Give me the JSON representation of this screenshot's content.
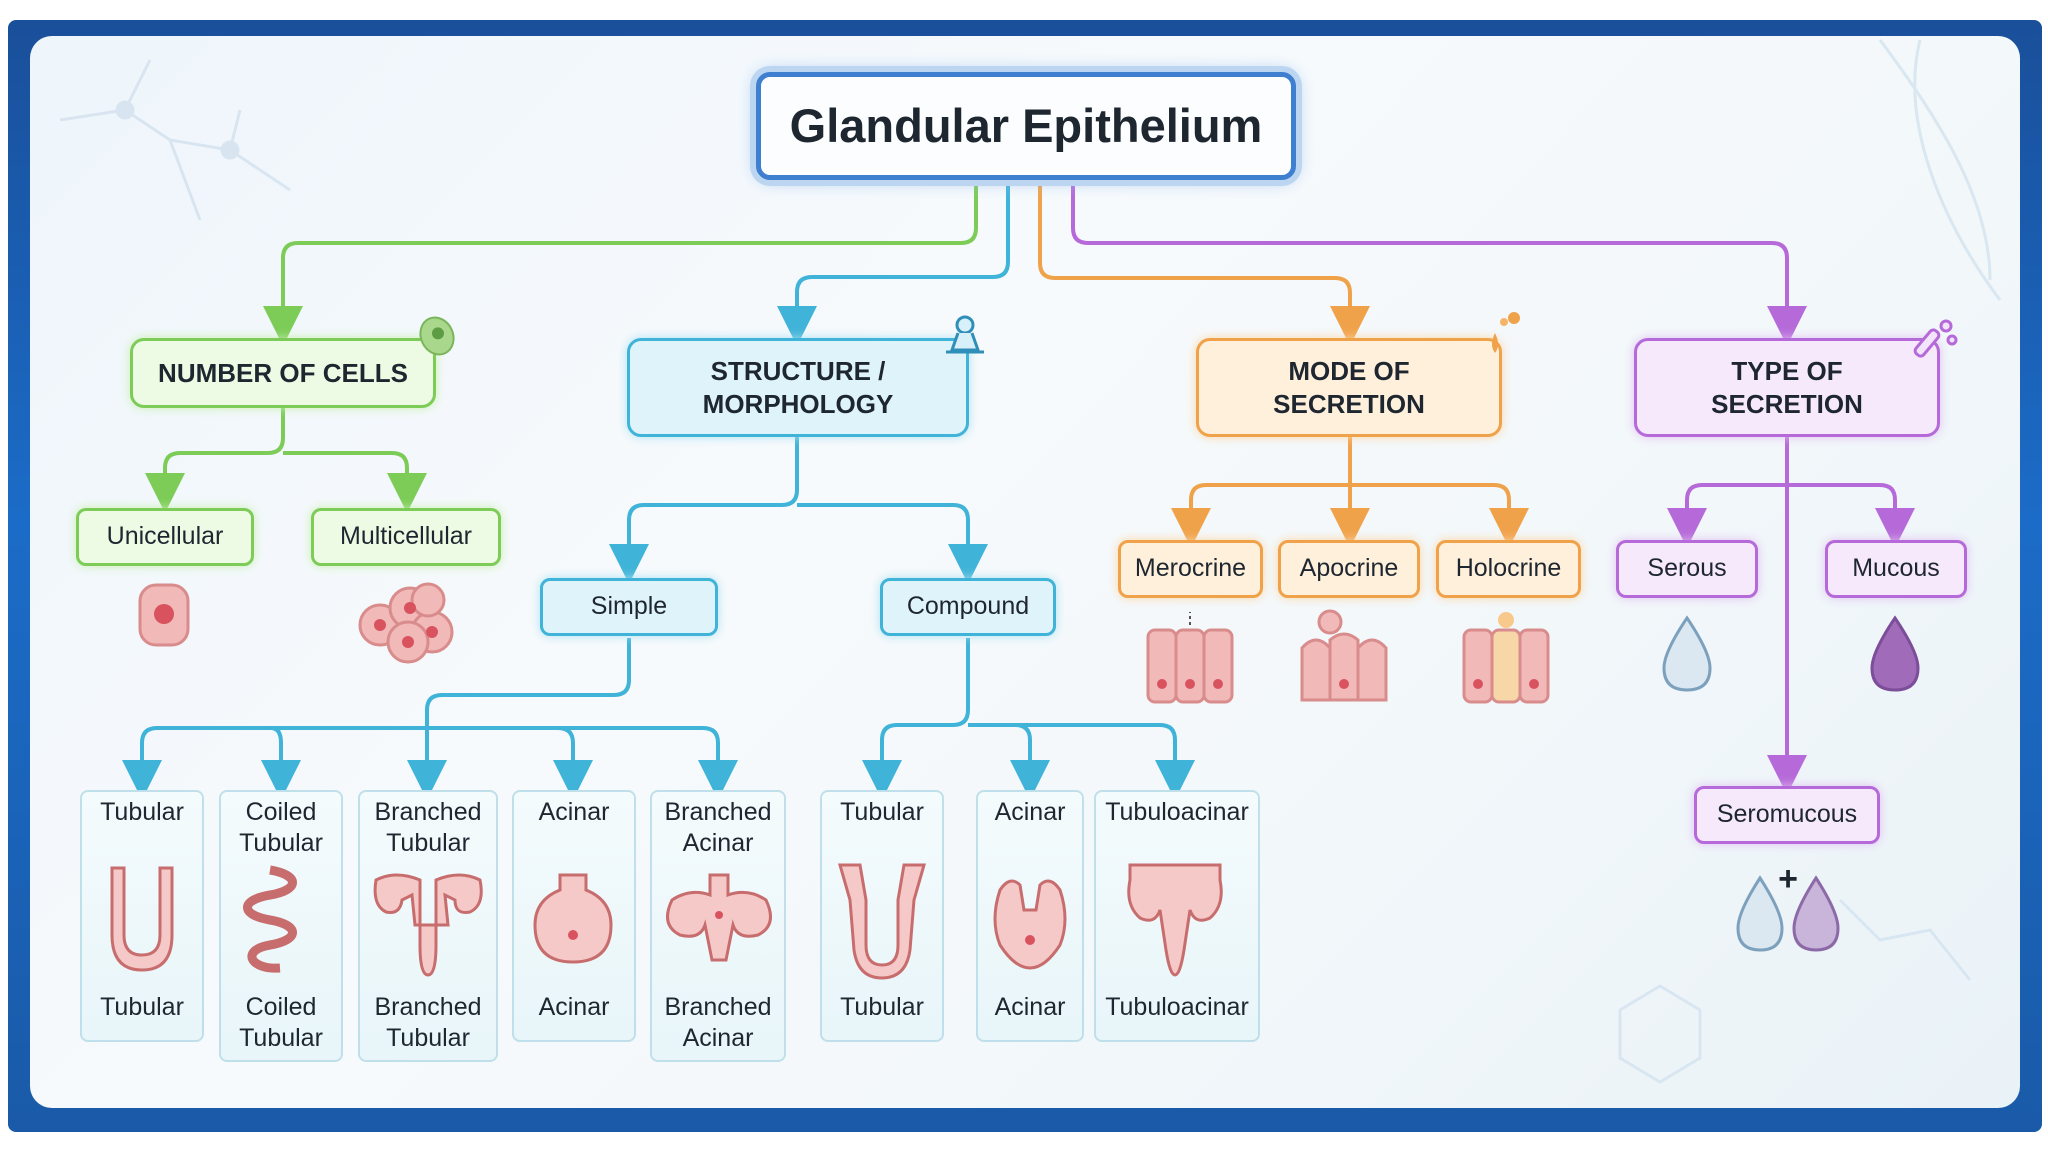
{
  "title": "Glandular Epithelium",
  "categories": {
    "number_of_cells": "NUMBER OF CELLS",
    "structure_l1": "STRUCTURE /",
    "structure_l2": "MORPHOLOGY",
    "mode_l1": "MODE OF",
    "mode_l2": "SECRETION",
    "type_l1": "TYPE OF",
    "type_l2": "SECRETION"
  },
  "number_of_cells": [
    "Unicellular",
    "Multicellular"
  ],
  "structure": {
    "simple": "Simple",
    "compound": "Compound",
    "simple_types": [
      {
        "top": [
          "Tubular"
        ],
        "bottom": [
          "Tubular"
        ]
      },
      {
        "top": [
          "Coiled",
          "Tubular"
        ],
        "bottom": [
          "Coiled",
          "Tubular"
        ]
      },
      {
        "top": [
          "Branched",
          "Tubular"
        ],
        "bottom": [
          "Branched",
          "Tubular"
        ]
      },
      {
        "top": [
          "Acinar"
        ],
        "bottom": [
          "Acinar"
        ]
      },
      {
        "top": [
          "Branched",
          "Acinar"
        ],
        "bottom": [
          "Branched",
          "Acinar"
        ]
      }
    ],
    "compound_types": [
      {
        "top": [
          "Tubular"
        ],
        "bottom": [
          "Tubular"
        ]
      },
      {
        "top": [
          "Acinar"
        ],
        "bottom": [
          "Acinar"
        ]
      },
      {
        "top": [
          "Tubuloacinar"
        ],
        "bottom": [
          "Tubuloacinar"
        ]
      }
    ]
  },
  "mode_of_secretion": [
    "Merocrine",
    "Apocrine",
    "Holocrine"
  ],
  "type_of_secretion": [
    "Serous",
    "Mucous",
    "Seromucous"
  ],
  "seromucous_plus": "+",
  "colors": {
    "title_border": "#3f7fd0",
    "green": "#7ccc57",
    "blue": "#3fb3d8",
    "orange": "#f0a24a",
    "purple": "#b66ad9",
    "gland_pink": "#f2b9b9"
  },
  "icons": [
    "cell-icon",
    "flask-icon",
    "microscope-icon",
    "dropper-icon",
    "test-tube-icon",
    "gland-tubular-icon",
    "gland-acinar-icon",
    "droplet-icon"
  ]
}
